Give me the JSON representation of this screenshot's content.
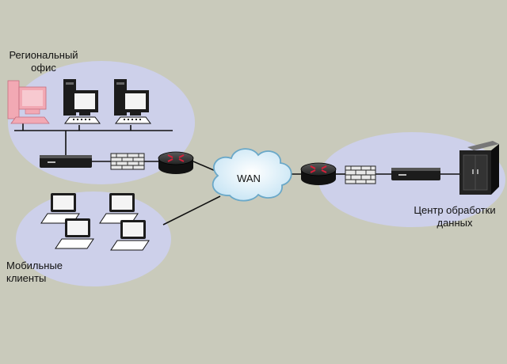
{
  "labels": {
    "regional_office": [
      "Региональный",
      "офис"
    ],
    "mobile_clients": [
      "Мобильные",
      "клиенты"
    ],
    "data_center": [
      "Центр обработки",
      "данных"
    ],
    "wan": "WAN"
  },
  "colors": {
    "background": "#c9cabb",
    "zone": "#cdd0ea",
    "cloud": "#d6ecf7",
    "cloud_stroke": "#6aa8c8",
    "pink_device": "#f2a9b4",
    "device_dark": "#1c1c1c"
  }
}
